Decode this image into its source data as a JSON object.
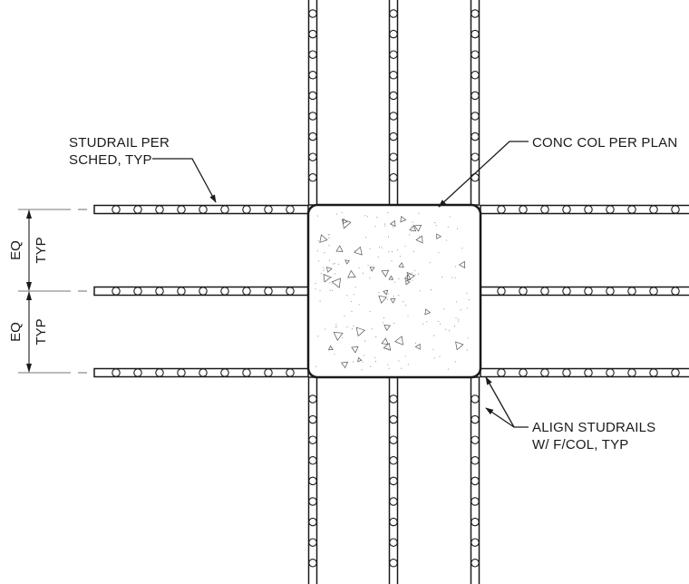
{
  "labels": {
    "studrail_line1": "STUDRAIL PER",
    "studrail_line2": "SCHED, TYP",
    "column": "CONC COL PER PLAN",
    "align_line1": "ALIGN STUDRAILS",
    "align_line2": "W/ F/COL, TYP",
    "dim_eq": "EQ",
    "dim_typ": "TYP"
  },
  "colors": {
    "line": "#1a1a1a",
    "background": "#ffffff"
  }
}
